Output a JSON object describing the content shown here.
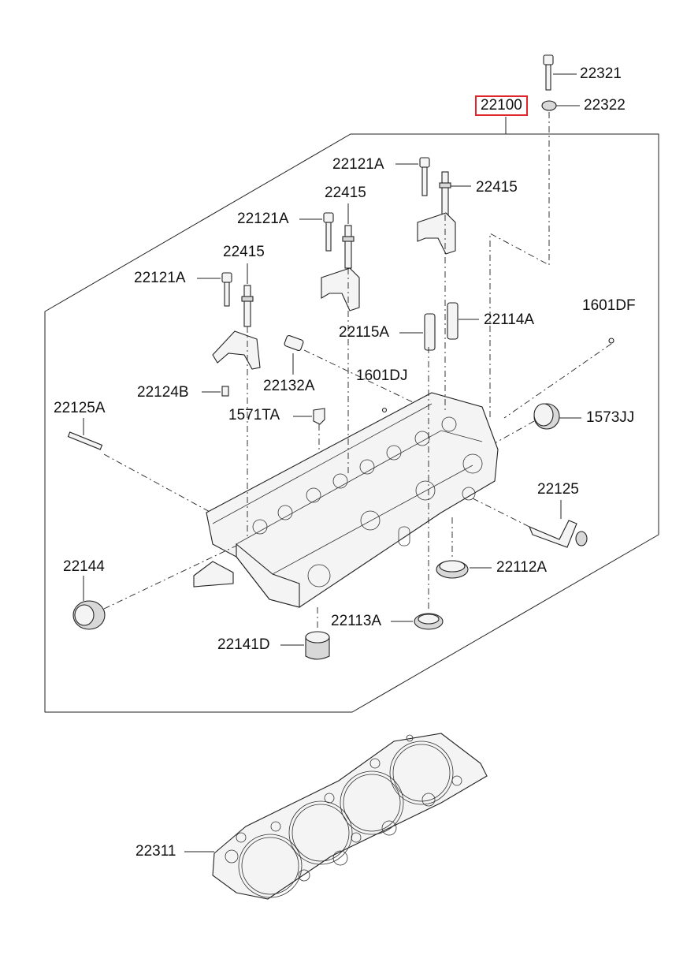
{
  "assembly_label": "22100",
  "highlight_color": "#e0262d",
  "labels": {
    "p22321": "22321",
    "p22322": "22322",
    "p22121A_1": "22121A",
    "p22415_1": "22415",
    "p22415_2": "22415",
    "p22121A_2": "22121A",
    "p22415_3": "22415",
    "p22121A_3": "22121A",
    "p1601DF": "1601DF",
    "p22114A": "22114A",
    "p22115A": "22115A",
    "p1601DJ": "1601DJ",
    "p22132A": "22132A",
    "p22124B": "22124B",
    "p22125A": "22125A",
    "p1571TA": "1571TA",
    "p1573JJ": "1573JJ",
    "p22125": "22125",
    "p22144": "22144",
    "p22112A": "22112A",
    "p22113A": "22113A",
    "p22141D": "22141D",
    "p22311": "22311"
  }
}
